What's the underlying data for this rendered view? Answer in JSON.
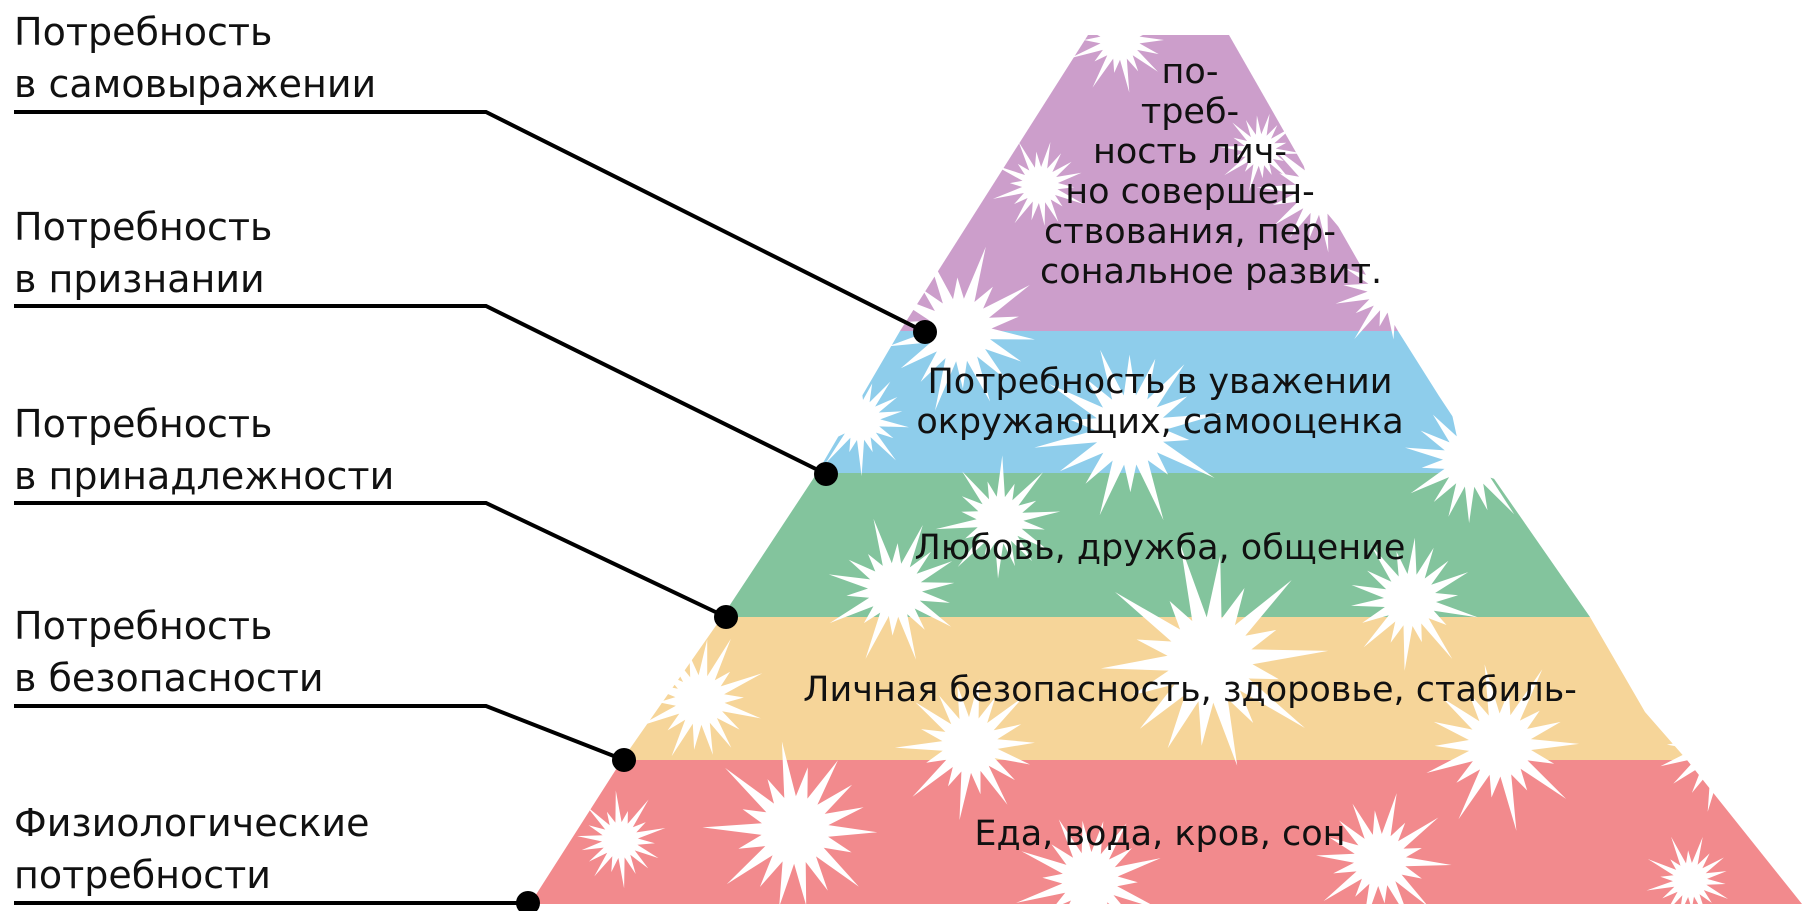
{
  "colors": {
    "self_actualization": "#CC9ECB",
    "esteem": "#8ECDEB",
    "belonging": "#83C49D",
    "safety": "#F6D599",
    "physiological": "#F28A8D",
    "line": "#000000",
    "splat": "#ffffff"
  },
  "labels": [
    {
      "line1": "Потребность",
      "line2": "в самовыражении"
    },
    {
      "line1": "Потребность",
      "line2": "в признании"
    },
    {
      "line1": "Потребность",
      "line2": "в принадлежности"
    },
    {
      "line1": "Потребность",
      "line2": "в безопасности"
    },
    {
      "line1": "Физиологические",
      "line2": "потребности"
    }
  ],
  "tiers": {
    "self_actualization": [
      "по-",
      "треб-",
      "ность лич-",
      "но совершен-",
      "ствования, пер-",
      "сональное развит."
    ],
    "esteem": [
      "Потребность в уважении",
      "окружающих, самооценка"
    ],
    "belonging": [
      "Любовь, дружба, общение"
    ],
    "safety": [
      "Личная безопасность, здоровье, стабиль-"
    ],
    "physiological": [
      "Еда, вода, кров, сон"
    ]
  }
}
